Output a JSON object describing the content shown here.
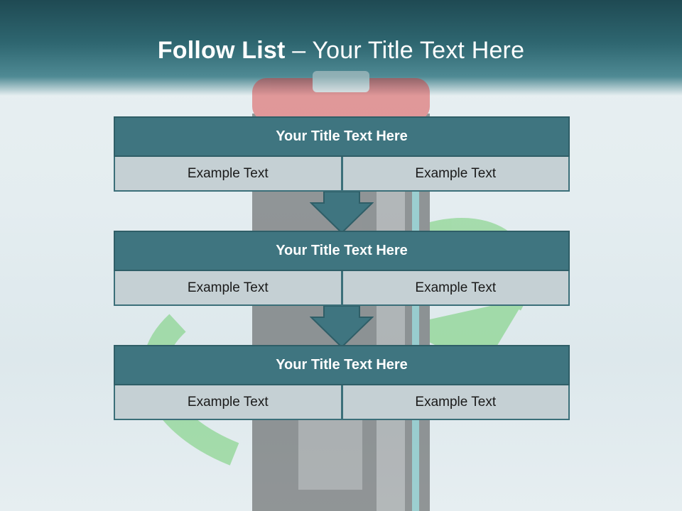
{
  "slide": {
    "title_bold": "Follow List",
    "title_rest": "– Your Title Text Here"
  },
  "colors": {
    "banner": "#2e6670",
    "header_fill": "#3f7580",
    "cell_fill": "#c5d0d4",
    "arrow": "#3f7580"
  },
  "blocks": [
    {
      "title": "Your Title Text Here",
      "cells": [
        "Example Text",
        "Example Text"
      ]
    },
    {
      "title": "Your Title Text Here",
      "cells": [
        "Example Text",
        "Example Text"
      ]
    },
    {
      "title": "Your Title Text Here",
      "cells": [
        "Example Text",
        "Example Text"
      ]
    }
  ]
}
